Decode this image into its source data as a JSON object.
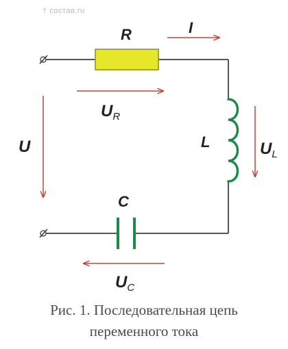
{
  "watermark": "† состав.ru",
  "colors": {
    "wire": "#555555",
    "resistor_fill": "#e6e62a",
    "resistor_stroke": "#8a8a22",
    "inductor": "#1e8a4a",
    "capacitor": "#1e8a4a",
    "arrow": "#c0473b",
    "label": "#222222"
  },
  "labels": {
    "R": "R",
    "I": "I",
    "UR_main": "U",
    "UR_sub": "R",
    "U": "U",
    "L": "L",
    "UL_main": "U",
    "UL_sub": "L",
    "C": "C",
    "UC_main": "U",
    "UC_sub": "C"
  },
  "caption": {
    "line1": "Рис. 1. Последовательная цепь",
    "line2": "переменного тока"
  }
}
